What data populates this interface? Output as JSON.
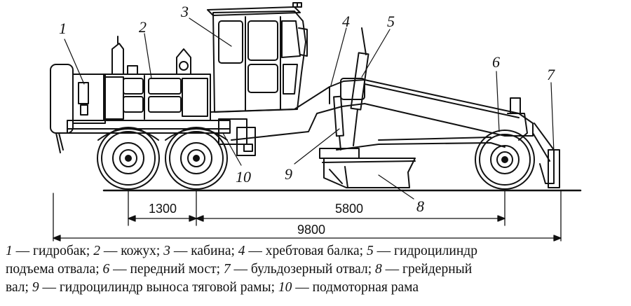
{
  "callouts": [
    "1",
    "2",
    "3",
    "4",
    "5",
    "6",
    "7",
    "8",
    "9",
    "10"
  ],
  "dimensions": {
    "wheelbase_rear": "1300",
    "wheelbase_front": "5800",
    "overall_length": "9800"
  },
  "legend": [
    {
      "num": "1",
      "text": " — гидробак; "
    },
    {
      "num": "2",
      "text": " — кожух; "
    },
    {
      "num": "3",
      "text": " — кабина; "
    },
    {
      "num": "4",
      "text": " — хребтовая балка; "
    },
    {
      "num": "5",
      "text": " — гидроцилиндр"
    },
    {
      "num": "",
      "text": "подъема отвала; "
    },
    {
      "num": "6",
      "text": " — передний мост; "
    },
    {
      "num": "7",
      "text": " — бульдозерный отвал; "
    },
    {
      "num": "8",
      "text": " — грейдерный"
    },
    {
      "num": "",
      "text": "вал; "
    },
    {
      "num": "9",
      "text": " — гидроцилиндр выноса тяговой рамы; "
    },
    {
      "num": "10",
      "text": " — подмоторная рама"
    }
  ]
}
